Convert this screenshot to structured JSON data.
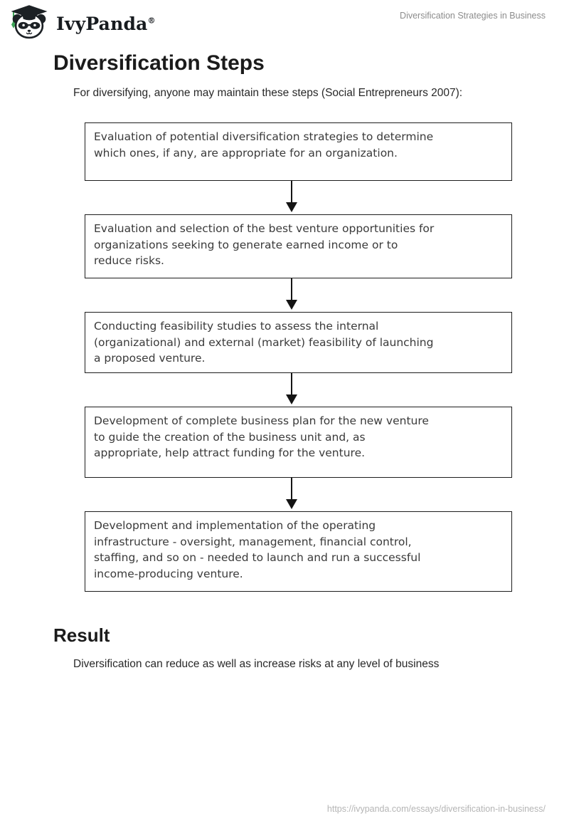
{
  "header": {
    "brand": "IvyPanda",
    "registered": "®",
    "doc_title": "Diversification Strategies in Business"
  },
  "steps_section": {
    "heading": "Diversification Steps",
    "intro": "For diversifying, anyone may maintain these steps (Social Entrepreneurs 2007):"
  },
  "flowchart": {
    "steps": [
      {
        "text": "Evaluation of potential diversification strategies to determine\nwhich ones, if any, are appropriate for an organization."
      },
      {
        "text": "Evaluation and selection of the best venture opportunities for\norganizations seeking to generate earned income or to\nreduce risks."
      },
      {
        "text": "Conducting feasibility studies to assess the internal\n(organizational) and external (market) feasibility of launching\na proposed venture."
      },
      {
        "text": "Development of complete business plan for the new venture\nto guide the creation of the business unit and, as\nappropriate, help attract funding for the venture."
      },
      {
        "text": "Development and implementation of the operating\ninfrastructure - oversight, management, financial control,\nstaffing, and so on - needed to launch and run a successful\nincome-producing venture."
      }
    ]
  },
  "result_section": {
    "heading": "Result",
    "text": "Diversification can reduce as well as increase risks at any level of business"
  },
  "footer": {
    "url": "https://ivypanda.com/essays/diversification-in-business/"
  },
  "colors": {
    "ink": "#1d1d1d",
    "box_text": "#3a3a3a",
    "muted_header": "#8c8c8c",
    "muted_footer": "#b5b5b5",
    "tassel_green": "#3da456"
  }
}
